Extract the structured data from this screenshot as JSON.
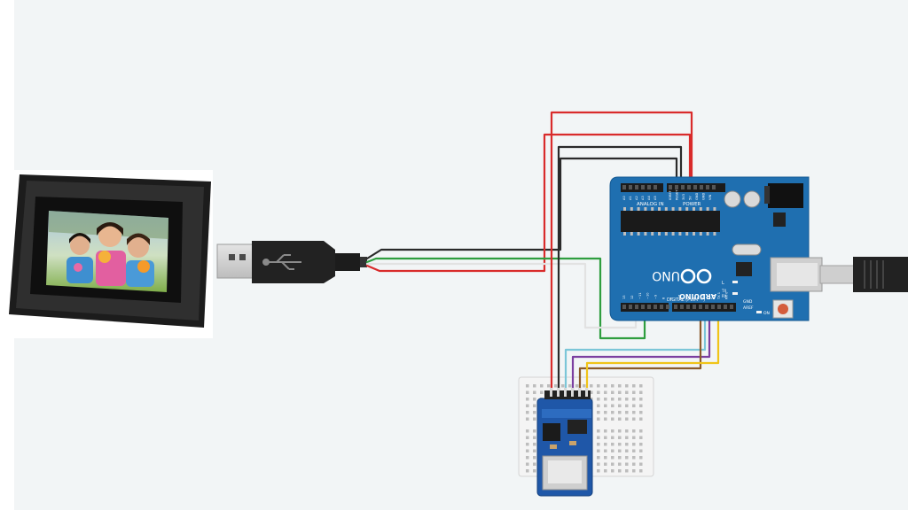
{
  "arduino": {
    "brand": "ARDUINO",
    "model": "UNO",
    "power_header": "POWER",
    "analog_header": "ANALOG IN",
    "digital_header": "DIGITAL (PWM ~)",
    "aref": "AREF",
    "gnd": "GND",
    "power_pins": [
      "IOREF",
      "RESET",
      "3V3",
      "5V",
      "GND",
      "GND",
      "VIN"
    ],
    "analog_pins": [
      "A0",
      "A1",
      "A2",
      "A3",
      "A4",
      "A5"
    ],
    "digital_pins": [
      "13",
      "12",
      "~11",
      "~10",
      "~9",
      "8",
      "7",
      "~6",
      "~5",
      "4",
      "~3",
      "2",
      "TX 1",
      "RX 0"
    ],
    "led_l": "L",
    "led_tx": "TX",
    "led_rx": "RX",
    "led_on": "ON"
  },
  "colors": {
    "board_blue": "#1f6fb0",
    "wire_red": "#d92b2b",
    "wire_black": "#2a2a2a",
    "wire_green": "#2f9e3f",
    "wire_white": "#e6e6e6",
    "wire_cyan": "#7cc6d8",
    "wire_purple": "#7b3fa0",
    "wire_yellow": "#f0c419",
    "wire_brown": "#8a5a2b"
  }
}
